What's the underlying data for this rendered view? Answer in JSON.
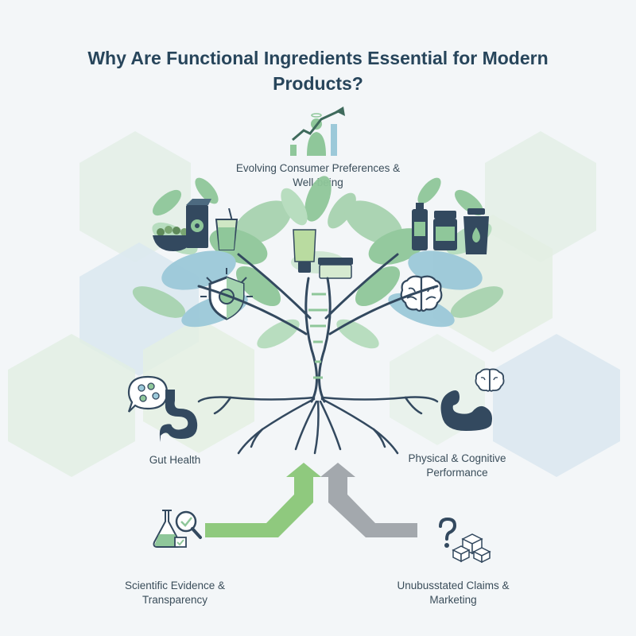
{
  "title": "Why Are Functional Ingredients Essential for Modern Products?",
  "labels": {
    "evolving": "Evolving Consumer Preferences & Well-being",
    "gut": "Gut Health",
    "physical": "Physical & Cognitive Performance",
    "science": "Scientific Evidence & Transparency",
    "claims": "Unubusstated Claims & Marketing"
  },
  "colors": {
    "background": "#f3f6f8",
    "leaf_green": "#8fc79a",
    "leaf_blue": "#9cc9d9",
    "navy": "#33495f",
    "arrow_green": "#8fc97e",
    "arrow_gray": "#a3a8ad"
  },
  "icons": [
    "growth-chart-icon",
    "bowl-icon",
    "juice-box-icon",
    "smoothie-cup-icon",
    "cream-tube-icon",
    "supplement-jar-icon",
    "bottle-icon",
    "shaker-icon",
    "shield-icon",
    "brain-icon",
    "stomach-icon",
    "bacteria-bubble-icon",
    "muscle-arm-icon",
    "flask-magnifier-icon",
    "question-mark-icon",
    "blocks-icon",
    "dna-trunk-icon"
  ]
}
